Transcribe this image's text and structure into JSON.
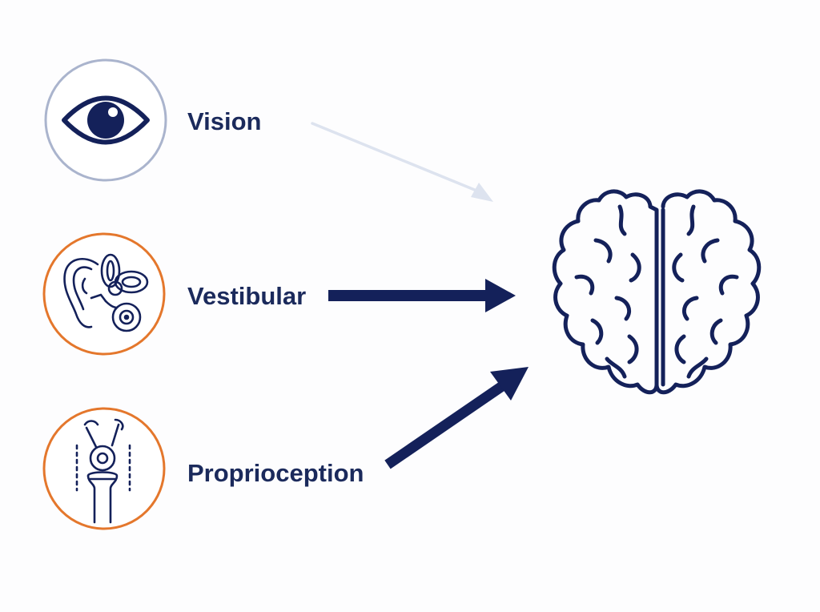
{
  "colors": {
    "navy": "#14215a",
    "orange": "#e4772c",
    "vision_ring": "#aab4cd",
    "faded_arrow": "#dde3ef",
    "background": "#fdfdfe"
  },
  "inputs": [
    {
      "label": "Vision",
      "icon": "eye-icon",
      "ring": "grey",
      "arrow": "faded"
    },
    {
      "label": "Vestibular",
      "icon": "inner-ear-icon",
      "ring": "orange",
      "arrow": "bold"
    },
    {
      "label": "Proprioception",
      "icon": "knee-joint-icon",
      "ring": "orange",
      "arrow": "bold"
    }
  ],
  "target": {
    "icon": "brain-icon"
  }
}
